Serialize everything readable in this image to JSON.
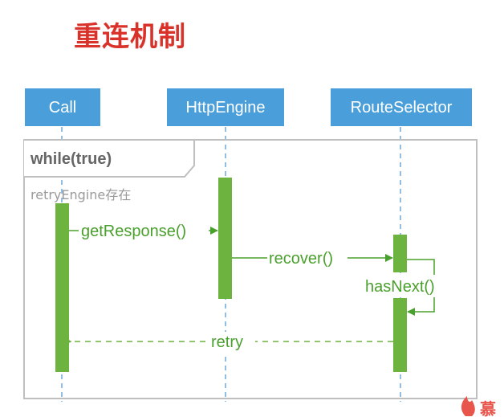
{
  "title": "重连机制",
  "diagram": {
    "actors": [
      "Call",
      "HttpEngine",
      "RouteSelector"
    ],
    "frame": {
      "label": "while(true)",
      "condition": "retryEngine存在"
    },
    "messages": {
      "get_response": "getResponse()",
      "recover": "recover()",
      "has_next": "hasNext()",
      "retry": "retry"
    }
  },
  "watermark": {
    "text": "慕"
  },
  "colors": {
    "title": "#d9322b",
    "actor_fill": "#4a9fdb",
    "activation": "#6db33f",
    "message": "#4aa02c",
    "frame_border": "#bfbfbf",
    "lifeline": "#6fa8dc"
  }
}
